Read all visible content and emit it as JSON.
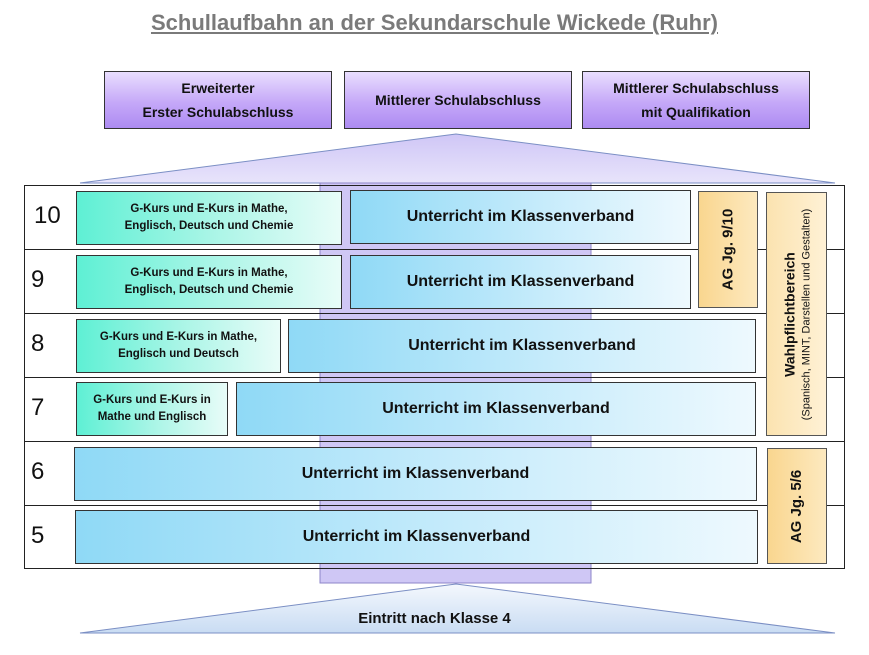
{
  "title": "Schullaufbahn an der Sekundarschule Wickede (Ruhr)",
  "goals": [
    "Erweiterter\nErster Schulabschluss",
    "Mittlerer Schulabschluss",
    "Mittlerer Schulabschluss\nmit Qualifikation"
  ],
  "grades": [
    "10",
    "9",
    "8",
    "7",
    "6",
    "5"
  ],
  "kurs": {
    "g10": "G-Kurs und E-Kurs in Mathe,\nEnglisch, Deutsch und Chemie",
    "g9": "G-Kurs und E-Kurs in Mathe,\nEnglisch, Deutsch und Chemie",
    "g8": "G-Kurs und E-Kurs in Mathe,\nEnglisch und Deutsch",
    "g7": "G-Kurs und E-Kurs in\nMathe und Englisch"
  },
  "klassenverband": "Unterricht im Klassenverband",
  "ag_9_10": "AG Jg. 9/10",
  "ag_5_6": "AG Jg. 5/6",
  "wahlpflicht": {
    "title": "Wahlpflichtbereich",
    "subtitle": "(Spanisch, MINT, Darstellen und Gestalten)"
  },
  "entry": "Eintritt nach Klasse 4",
  "colors": {
    "goal_purple": "#c5a8f8",
    "arrow_lavender": "#d7d0f7",
    "kurs_green": "#5ef0d4",
    "klasse_blue": "#8fd9f6",
    "ag_orange": "#f9d68f"
  }
}
